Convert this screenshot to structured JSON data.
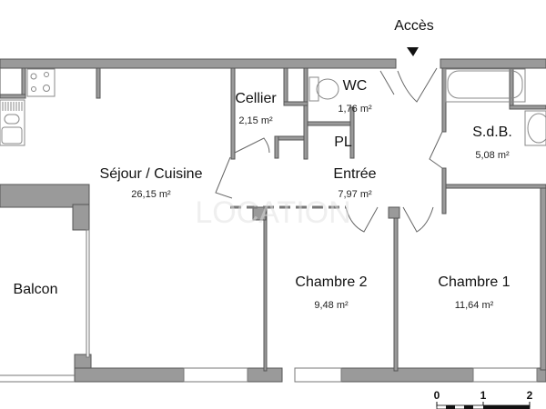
{
  "plan": {
    "entry_label": "Accès",
    "rooms": [
      {
        "name": "Séjour / Cuisine",
        "area": "26,15 m²"
      },
      {
        "name": "Cellier",
        "area": "2,15 m²"
      },
      {
        "name": "WC",
        "area": "1,76 m²"
      },
      {
        "name": "PL",
        "area": ""
      },
      {
        "name": "Entrée",
        "area": "7,97 m²"
      },
      {
        "name": "S.d.B.",
        "area": "5,08 m²"
      },
      {
        "name": "Chambre 2",
        "area": "9,48 m²"
      },
      {
        "name": "Chambre 1",
        "area": "11,64 m²"
      },
      {
        "name": "Balcon",
        "area": ""
      }
    ],
    "scale": {
      "ticks": [
        "0",
        "1",
        "2"
      ]
    },
    "colors": {
      "wall": "#9a9a9a",
      "wall_stroke": "#555555",
      "fixture": "#888888"
    }
  }
}
